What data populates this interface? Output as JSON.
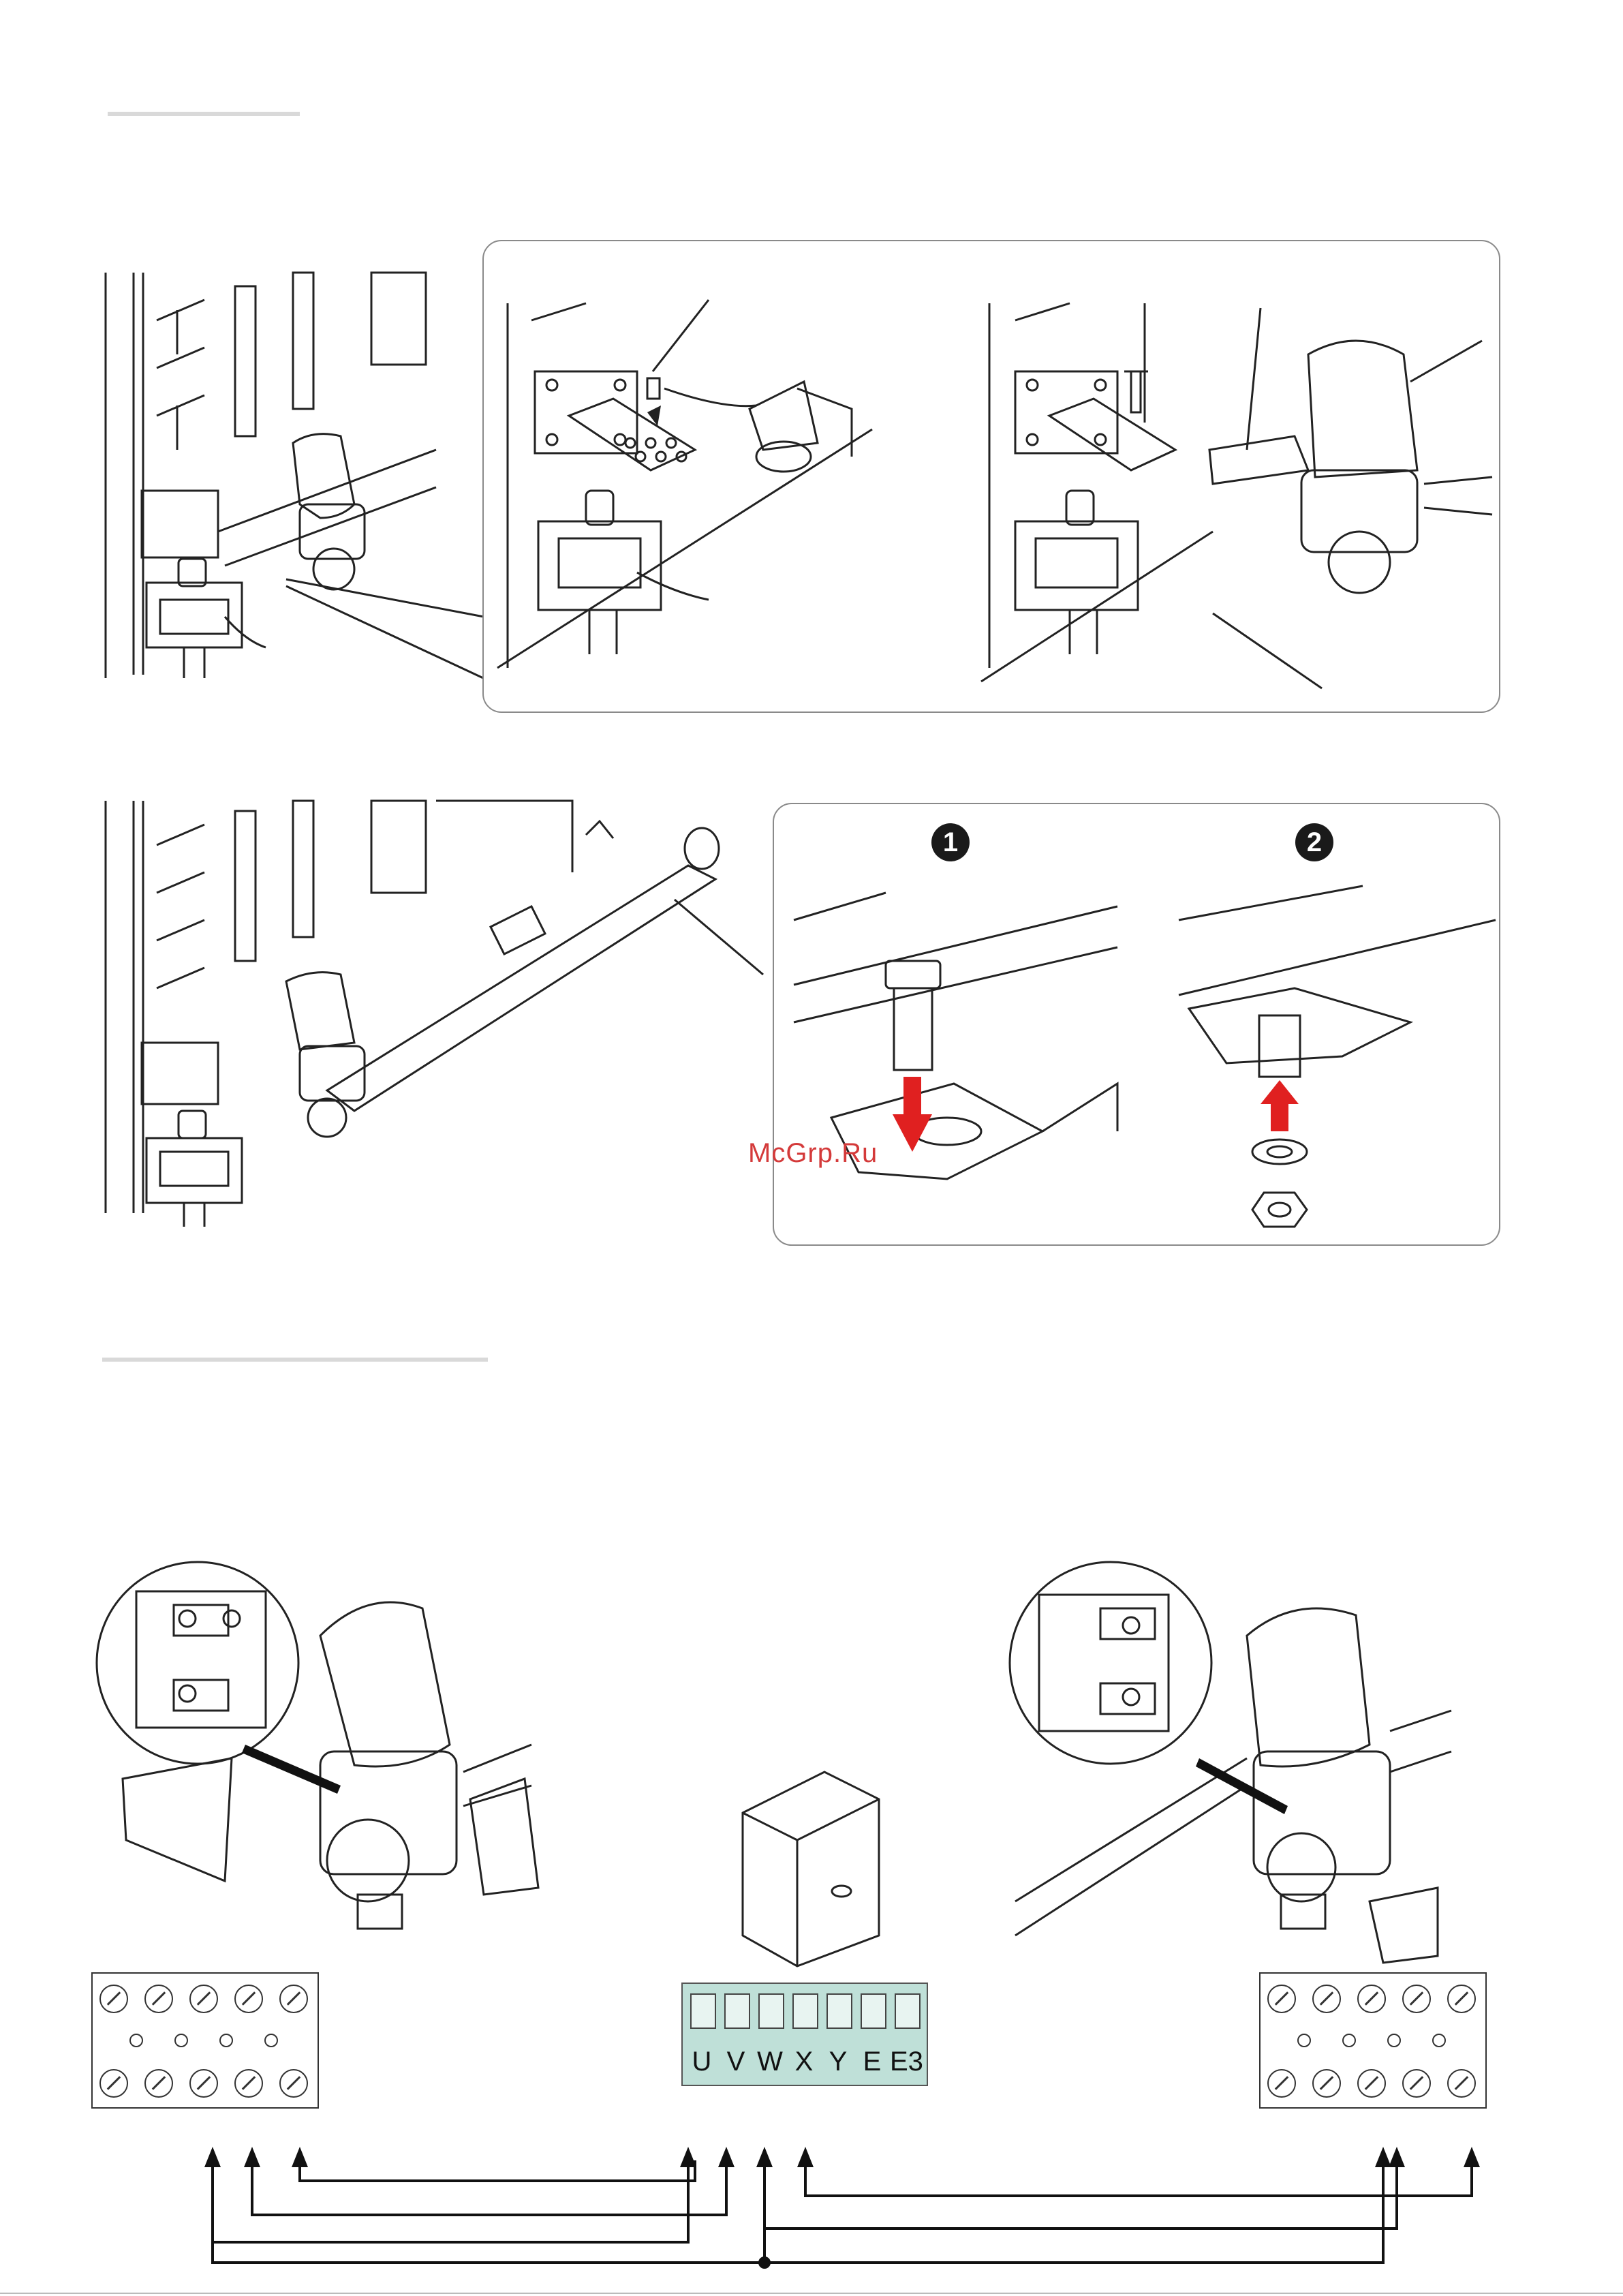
{
  "page": {
    "watermark": "McGrp.Ru",
    "steps": [
      "1",
      "2"
    ]
  },
  "terminal_block": {
    "labels": [
      "U",
      "V",
      "W",
      "X",
      "Y",
      "E",
      "E3"
    ],
    "color": "#bfe0d8"
  },
  "arrow_color": "#e02020",
  "icons": [
    "wall-gate-illustration",
    "grease-gun-icon",
    "bolt-icon",
    "motor-icon",
    "control-box-icon",
    "wiring-arrows"
  ]
}
